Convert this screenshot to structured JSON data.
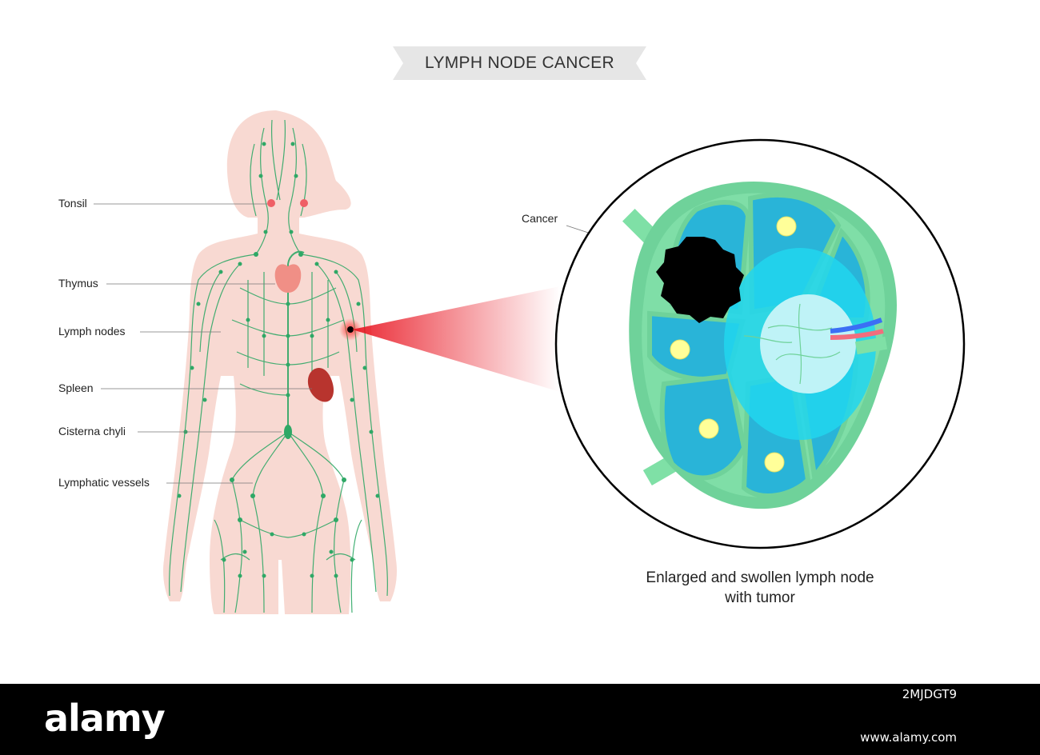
{
  "title": "LYMPH NODE CANCER",
  "labels": {
    "tonsil": "Tonsil",
    "thymus": "Thymus",
    "lymph_nodes": "Lymph nodes",
    "spleen": "Spleen",
    "cisterna_chyli": "Cisterna chyli",
    "lymphatic_vessels": "Lymphatic vessels",
    "cancer": "Cancer"
  },
  "caption": {
    "line1": "Enlarged and swollen lymph node",
    "line2": "with tumor"
  },
  "footer": {
    "logo": "alamy",
    "image_id": "2MJDGT9",
    "url": "www.alamy.com"
  },
  "colors": {
    "body": "#f8d9d2",
    "lymph": "#2fa866",
    "thymus": "#f08f86",
    "spleen": "#b8342e",
    "node_outer": "#6fd29a",
    "node_inner": "#29b4d8",
    "tumor": "#000000",
    "highlight": "#e8101c"
  }
}
